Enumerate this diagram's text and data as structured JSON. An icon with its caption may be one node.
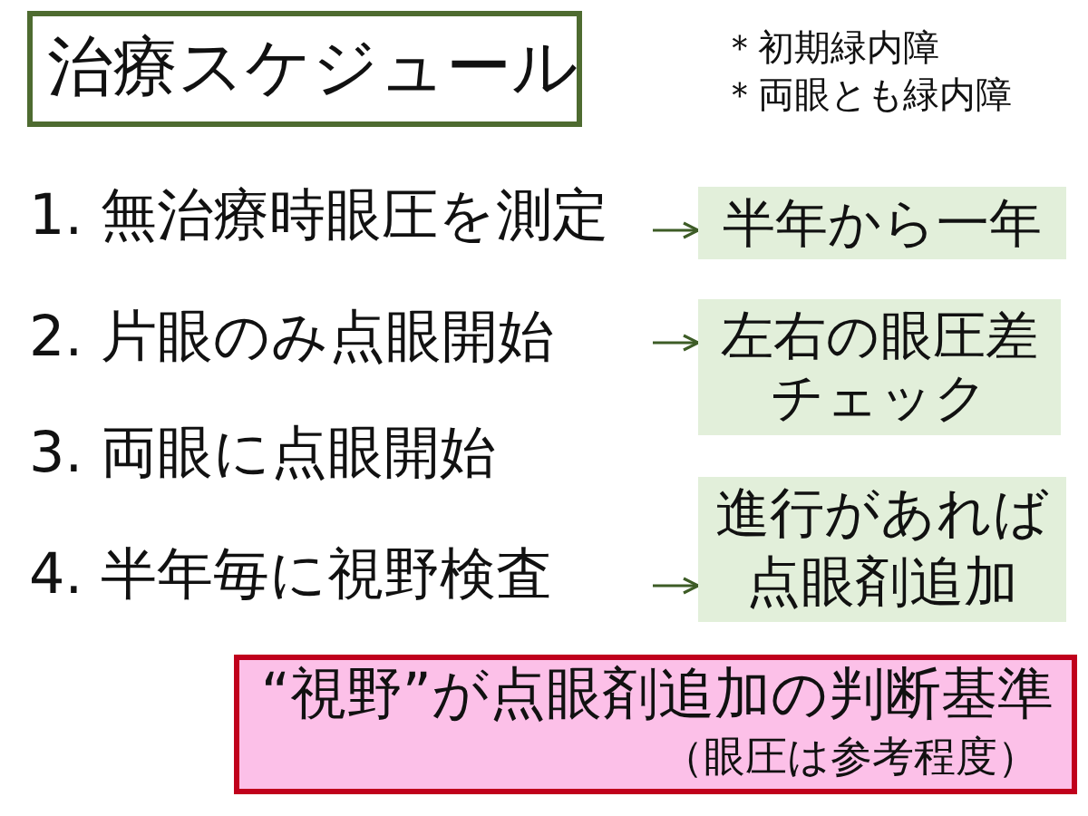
{
  "diagram": {
    "title": "治療スケジュール",
    "nodes": [
      {
        "text": [
          "半年から一年"
        ]
      },
      {
        "text": [
          "左右の眼圧差チェック"
        ]
      },
      {
        "text": [
          "進行があれば点眼剤追加"
        ]
      },
      {
        "text": [
          "“視野”が点眼剤追加の判断基準",
          "（眼圧は参考程度）"
        ]
      }
    ],
    "edges": [
      {
        "from": null,
        "to": 0,
        "arrow": "to"
      },
      {
        "from": null,
        "to": 1,
        "arrow": "to"
      },
      {
        "from": null,
        "to": 2,
        "arrow": "to"
      }
    ],
    "labels": [
      "＊初期緑内障",
      "＊両眼とも緑内障",
      "1. 無治療時眼圧を測定",
      "2. 片眼のみ点眼開始",
      "3. 両眼に点眼開始",
      "4. 半年毎に視野検査"
    ]
  }
}
